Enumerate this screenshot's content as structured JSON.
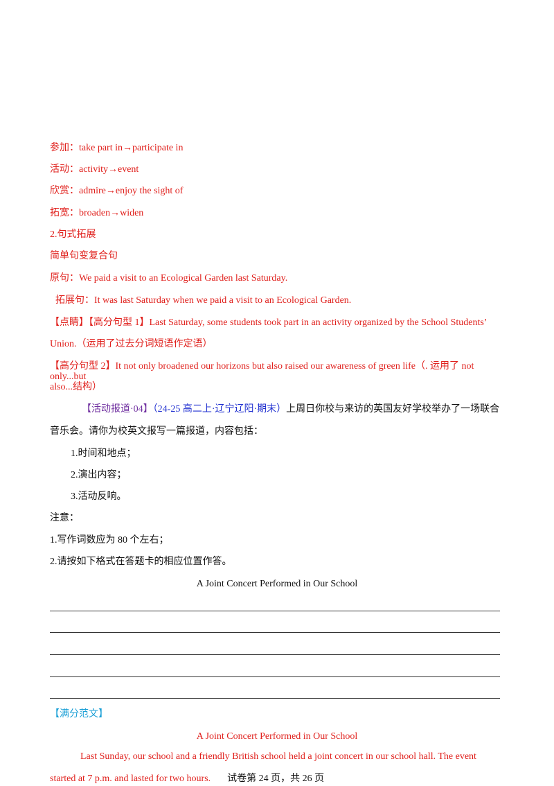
{
  "vocab": [
    {
      "label": "参加：",
      "text": "take part in→participate in"
    },
    {
      "label": "活动：",
      "text": "activity→event"
    },
    {
      "label": "欣赏：",
      "text": "admire→enjoy the sight of"
    },
    {
      "label": "拓宽：",
      "text": "broaden→widen"
    }
  ],
  "section2_title": "2.句式拓展",
  "section2_subtitle": "简单句变复合句",
  "original_sentence": "原句：We paid a visit to an Ecological Garden last Saturday.",
  "expanded_sentence": "拓展句：It was last Saturday when we paid a visit to an Ecological Garden.",
  "highlight": {
    "tag1": "【点睛】",
    "tag2": "【高分句型 1】",
    "sentence_part1": "Last Saturday, some students took part in an activity organized by the School Students’",
    "sentence_part2": "Union.（运用了过去分词短语作定语）",
    "tag3": "【高分句型 2】",
    "sentence3_part1": "It not only broadened our horizons but also raised our awareness of green life（. 运用了 not",
    "sentence3_part2": "only...but",
    "sentence3_part3": "also...结构）"
  },
  "task": {
    "tag": "【活动报道·04】",
    "source": "（24-25 高二上·辽宁辽阳·期末）",
    "prompt_part1": "上周日你校与来访的英国友好学校举办了一场联合",
    "prompt_part2": "音乐会。请你为校英文报写一篇报道，内容包括：",
    "points": [
      "1.时间和地点；",
      "2.演出内容；",
      "3.活动反响。"
    ],
    "notes_title": "注意：",
    "notes": [
      "1.写作词数应为  80 个左右；",
      "2.请按如下格式在答题卡的相应位置作答。"
    ],
    "essay_title": "A Joint Concert Performed in Our School"
  },
  "model": {
    "tag": "【满分范文】",
    "title": "A Joint Concert Performed in Our School",
    "para1": "Last Sunday, our school and a friendly British school held a joint concert in our school hall. The event",
    "para2": "started at 7 p.m. and lasted for two hours."
  },
  "footer": "试卷第  24 页，共  26 页"
}
